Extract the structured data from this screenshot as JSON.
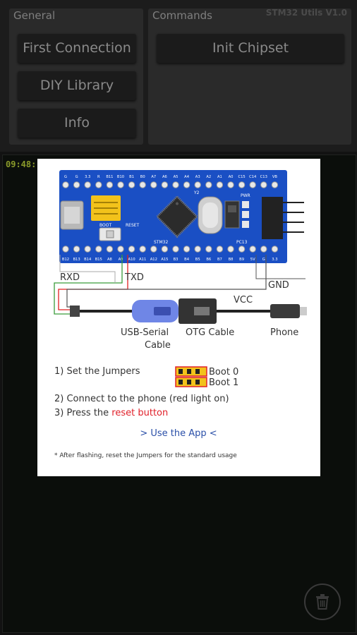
{
  "header": {
    "general_title": "General",
    "commands_title": "Commands",
    "version": "STM32 Utils V1.0"
  },
  "general_buttons": {
    "first_connection": "First Connection",
    "diy_library": "DIY Library",
    "info": "Info"
  },
  "commands_buttons": {
    "init_chipset": "Init Chipset"
  },
  "console": {
    "timestamp": "09:48:"
  },
  "diagram": {
    "top_pins": [
      "G",
      "G",
      "3.3",
      "R",
      "B11",
      "B10",
      "B1",
      "B0",
      "A7",
      "A6",
      "A5",
      "A4",
      "A3",
      "A2",
      "A1",
      "A0",
      "C15",
      "C14",
      "C13",
      "VB"
    ],
    "bottom_pins": [
      "B12",
      "B13",
      "B14",
      "B15",
      "A8",
      "A9",
      "A10",
      "A11",
      "A12",
      "A15",
      "B3",
      "B4",
      "B5",
      "B6",
      "B7",
      "B8",
      "B9",
      "5V",
      "G",
      "3.3"
    ],
    "board_labels": {
      "boot": "BOOT",
      "reset": "RESET",
      "stm": "STM32",
      "y2": "Y2",
      "pwr": "PWR",
      "pc13": "PC13"
    },
    "rxd": "RXD",
    "txd": "TXD",
    "gnd": "GND",
    "vcc": "VCC",
    "usb_serial_line1": "USB-Serial",
    "usb_serial_line2": "Cable",
    "otg_cable": "OTG Cable",
    "phone": "Phone",
    "step1": "1) Set the Jumpers",
    "boot0": "Boot 0",
    "boot1": "Boot 1",
    "step2": "2) Connect to the phone (red light on)",
    "step3_prefix": "3) Press the ",
    "step3_highlight": "reset button",
    "use_app": "> Use the App <",
    "note": "* After flashing, reset the Jumpers for the standard usage"
  },
  "colors": {
    "board_blue": "#1a4fc4",
    "jumper_yellow": "#f2c21b",
    "reset_red": "#e0202a",
    "link_blue": "#2a4fa8"
  },
  "icons": {
    "delete": "trash-icon"
  }
}
